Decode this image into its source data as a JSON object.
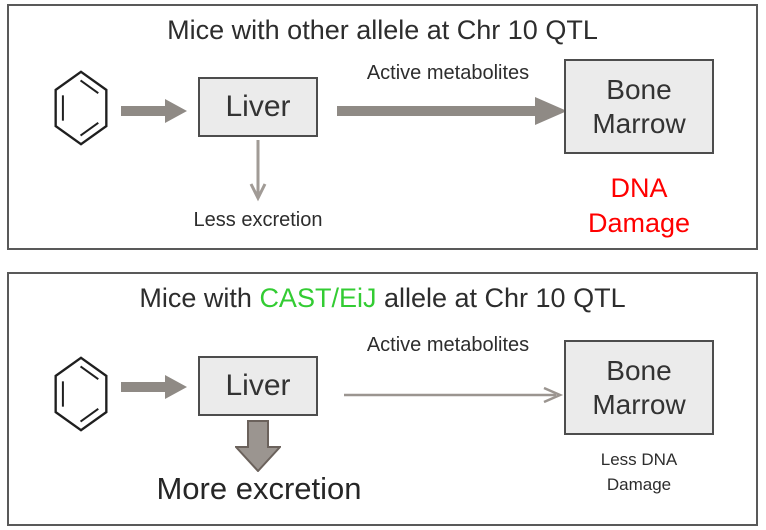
{
  "colors": {
    "panel_border": "#595959",
    "box_fill": "#ebebeb",
    "box_border": "#4d4d4d",
    "text_dark": "#2d2d2d",
    "block_arrow_gray": "#8f8a85",
    "thin_arrow_gray": "#a19b96",
    "thick_down_arrow_fill": "#9b9590",
    "thick_down_arrow_outline": "#6b625c",
    "cast_allele_green": "#33cc33",
    "dna_damage_red": "#ff0000"
  },
  "panels": [
    {
      "title": {
        "prefix": "Mice with ",
        "allele": "other",
        "suffix": " allele at Chr 10 QTL"
      },
      "benzene_icon": "benzene-ring",
      "liver_label": "Liver",
      "metabolites_label": "Active metabolites",
      "bone_marrow_label": "Bone Marrow",
      "excretion_label": "Less excretion",
      "outcome_label": "DNA Damage",
      "outcome_color": "#ff0000"
    },
    {
      "title": {
        "prefix": "Mice with ",
        "allele": "CAST/EiJ",
        "suffix": " allele at Chr 10 QTL"
      },
      "benzene_icon": "benzene-ring",
      "liver_label": "Liver",
      "metabolites_label": "Active metabolites",
      "bone_marrow_label": "Bone Marrow",
      "excretion_label": "More excretion",
      "outcome_label": "Less DNA Damage",
      "outcome_color": "#2d2d2d"
    }
  ]
}
